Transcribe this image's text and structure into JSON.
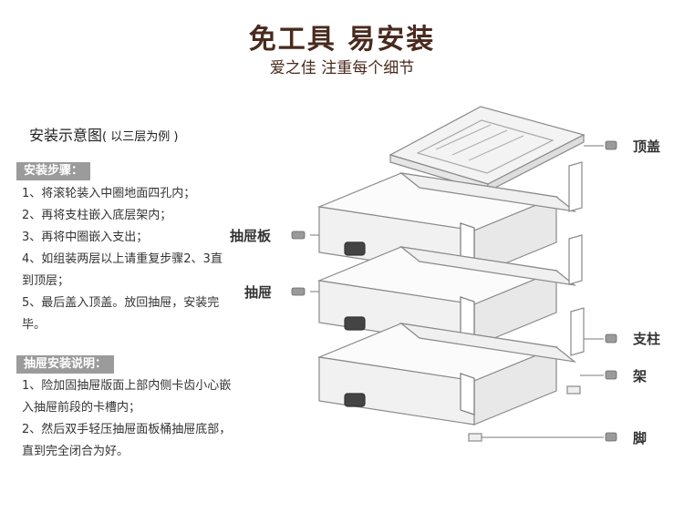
{
  "header": {
    "title": "免工具 易安装",
    "subtitle": "爱之佳 注重每个细节"
  },
  "diagram_section": {
    "heading": "安装示意图",
    "heading_note": "( 以三层为例 )"
  },
  "install_steps": {
    "label": "安装步骤：",
    "items": [
      "1、将滚轮装入中圈地面四孔内；",
      "2、再将支柱嵌入底层架内；",
      "3、再将中圈嵌入支出；",
      "4、如组装两层以上请重复步骤2、3直到顶层；",
      "5、最后盖入顶盖。放回抽屉，安装完毕。"
    ]
  },
  "drawer_notes": {
    "label": "抽屉安装说明：",
    "items": [
      "1、险加固抽屉版面上部内侧卡齿小心嵌入抽屉前段的卡槽内；",
      "2、然后双手轻压抽屉面板桶抽屉底部，直到完全闭合为好。"
    ]
  },
  "callouts": {
    "top_lid": "顶盖",
    "drawer_panel": "抽屉板",
    "drawer": "抽屉",
    "pillar": "支柱",
    "shelf": "架",
    "foot": "脚"
  }
}
